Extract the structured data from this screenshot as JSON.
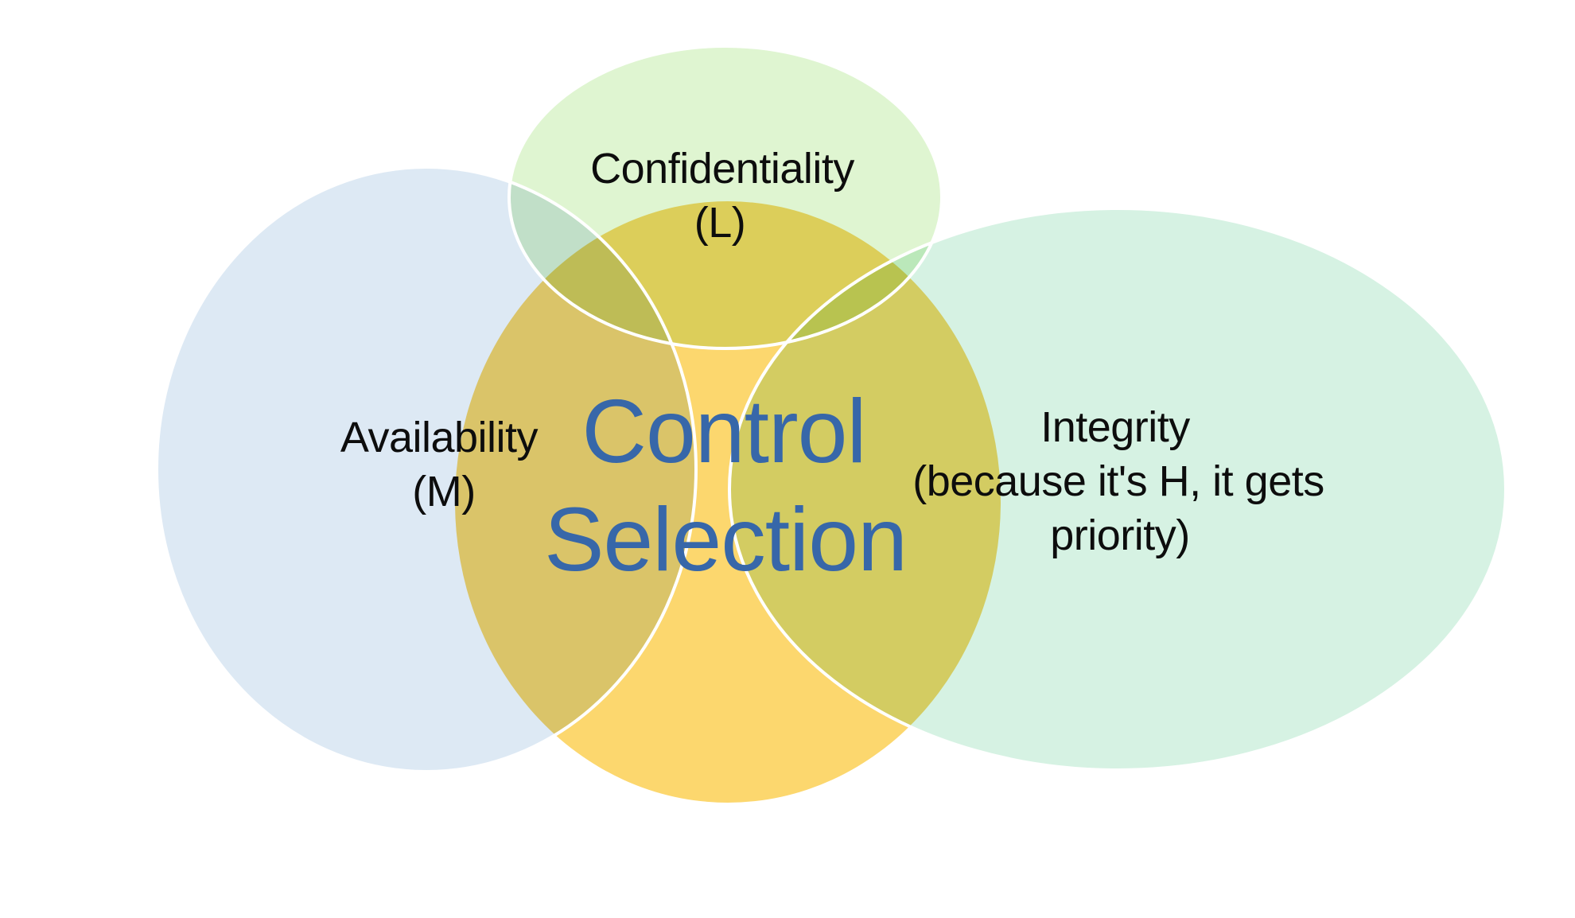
{
  "page": {
    "background_color": "#ffffff"
  },
  "diagram": {
    "kind": "venn-diagram",
    "stroke_color": "#ffffff",
    "sets": [
      {
        "id": "confidentiality",
        "lines": [
          "Confidentiality",
          "(L)"
        ],
        "impact_level": "L",
        "fill": "#dff5d1",
        "text_color": "#0d0d0d"
      },
      {
        "id": "availability",
        "lines": [
          "Availability",
          "(M)"
        ],
        "impact_level": "M",
        "fill": "#dde9f4",
        "text_color": "#0d0d0d"
      },
      {
        "id": "integrity",
        "lines": [
          "Integrity",
          "(because it's H, it gets",
          "priority)"
        ],
        "impact_level": "H",
        "fill": "#d6f2e3",
        "text_color": "#0d0d0d"
      }
    ],
    "center": {
      "id": "control-selection",
      "lines": [
        "Control",
        "Selection"
      ],
      "fill": "#fcd76e",
      "text_color": "#3767a9"
    }
  }
}
